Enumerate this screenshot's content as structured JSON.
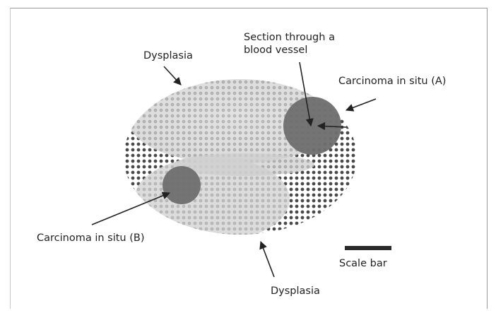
{
  "labels": {
    "dysplasia_top": "Dysplasia",
    "blood_vessel_line1": "Section through a",
    "blood_vessel_line2": "blood vessel",
    "carcinoma_a": "Carcinoma in situ (A)",
    "carcinoma_b": "Carcinoma in situ (B)",
    "scale_bar": "Scale bar",
    "dysplasia_bottom": "Dysplasia"
  },
  "colors": {
    "tissue_light": "#d2d2d2",
    "tissue_dots": "#555555",
    "carcinoma": "#6e6e6e",
    "arrows": "#222222"
  }
}
